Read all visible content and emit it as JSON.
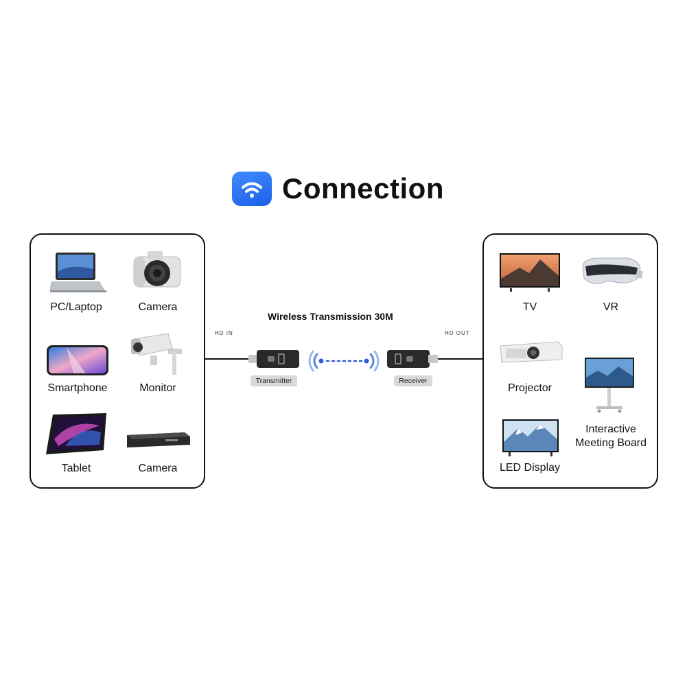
{
  "title": "Connection",
  "left_devices": [
    {
      "label": "PC/Laptop",
      "icon": "laptop-icon"
    },
    {
      "label": "Camera",
      "icon": "camera-icon"
    },
    {
      "label": "Smartphone",
      "icon": "smartphone-icon"
    },
    {
      "label": "Monitor",
      "icon": "security-camera-icon"
    },
    {
      "label": "Tablet",
      "icon": "tablet-icon"
    },
    {
      "label": "Camera",
      "icon": "set-top-box-icon"
    }
  ],
  "right_devices": [
    {
      "label": "TV",
      "icon": "tv-icon"
    },
    {
      "label": "VR",
      "icon": "vr-headset-icon"
    },
    {
      "label": "Projector",
      "icon": "projector-icon"
    },
    {
      "label": "Interactive\nMeeting Board",
      "line1": "Interactive",
      "line2": "Meeting Board",
      "icon": "meeting-board-icon"
    },
    {
      "label": "LED Display",
      "icon": "led-display-icon"
    }
  ],
  "link": {
    "caption": "Wireless Transmission 30M",
    "hd_in": "HD IN",
    "hd_out": "HD OUT",
    "transmitter": "Transmitter",
    "receiver": "Receiver"
  },
  "colors": {
    "accent": "#2a6ff0",
    "signal": "#2f5fd8",
    "stroke": "#111111"
  }
}
